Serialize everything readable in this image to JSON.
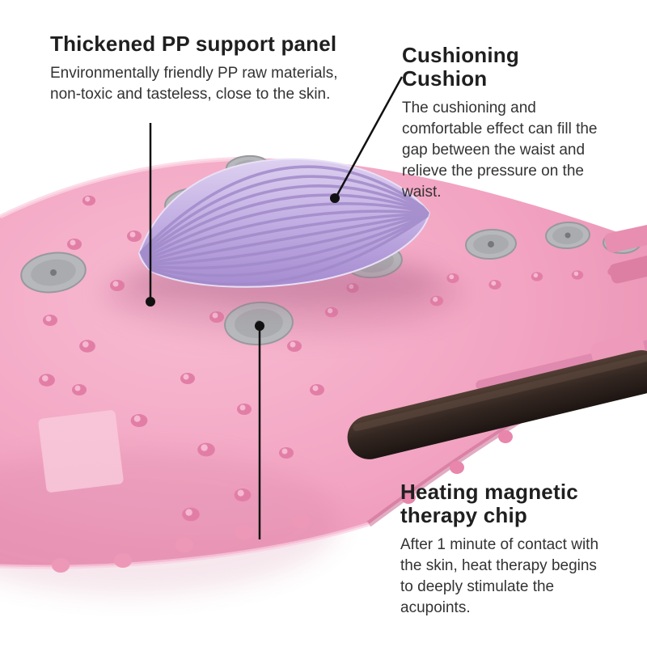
{
  "callouts": {
    "support_panel": {
      "title": "Thickened PP support panel",
      "description": "Environmentally friendly PP raw materials, non-toxic and tasteless, close to the skin."
    },
    "cushion": {
      "title": "Cushioning Cushion",
      "description": "The cushioning and comfortable effect can fill the gap between the waist and relieve the pressure on the waist."
    },
    "heating_chip": {
      "title": "Heating magnetic therapy chip",
      "description": "After 1 minute of contact with the skin, heat therapy begins to deeply stimulate the acupoints."
    }
  },
  "colors": {
    "background": "#ffffff",
    "text_heading": "#1f1f1f",
    "text_body": "#333333",
    "board_pink": "#f2a3c1",
    "board_pink_dark": "#df84a8",
    "nub_pink": "#e27ea6",
    "cushion_purple": "#c4b1e4",
    "cushion_purple_dark": "#a18ac9",
    "disc_gray": "#b6b8bb",
    "handle_brown": "#342722",
    "callout_line": "#111111"
  }
}
